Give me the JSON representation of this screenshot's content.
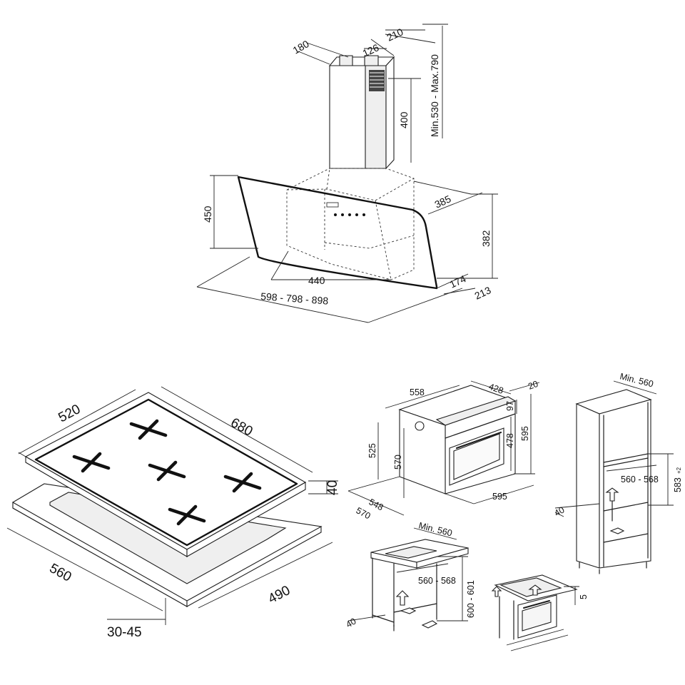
{
  "diagram": {
    "hood": {
      "chimney_depth": "180",
      "chimney_width": "210",
      "chimney_inner": "126",
      "chimney_lower": "400",
      "chimney_range": "Min.530 - Max.790",
      "glass_height": "450",
      "body_depth": "385",
      "total_height": "382",
      "inner_width": "440",
      "widths": "598 - 798 - 898",
      "front_depth": "174",
      "total_depth": "213"
    },
    "hob": {
      "depth": "520",
      "width": "680",
      "thickness": "40",
      "cutout_width": "560",
      "cutout_depth": "490",
      "worktop": "30-45"
    },
    "oven": {
      "depth_top": "558",
      "width_top": "428",
      "front_thickness": "20",
      "panel_height": "97",
      "inner_height": "478",
      "total_height": "595",
      "side_height": "525",
      "cavity_height": "570",
      "base_depth": "548",
      "total_depth": "570",
      "width": "595"
    },
    "column": {
      "min_depth": "Min. 560",
      "niche_width": "560 - 568",
      "niche_height": "583",
      "niche_tolerance": "+2",
      "vent": "40"
    },
    "under_counter": {
      "min_depth": "Min. 560",
      "niche_width": "560 - 568",
      "niche_height": "600 - 601",
      "vent": "40"
    },
    "built_in": {
      "gap": "5"
    }
  }
}
